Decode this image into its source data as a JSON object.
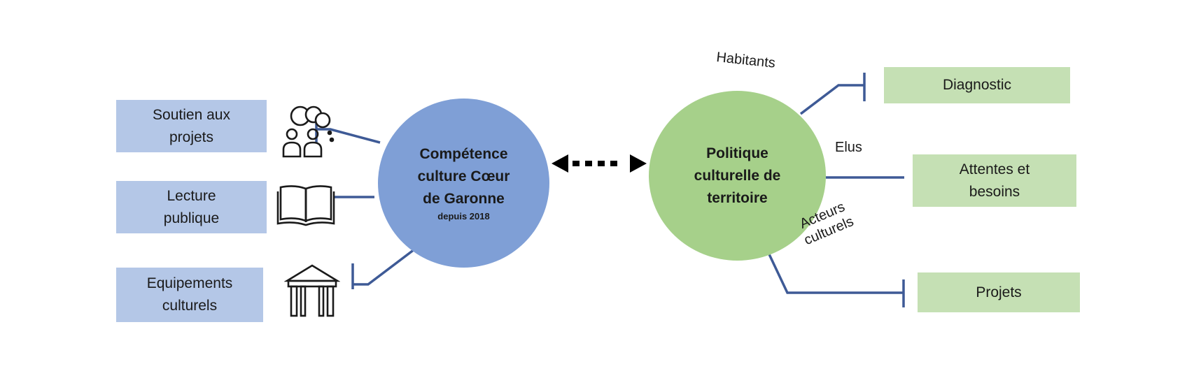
{
  "colors": {
    "blue_box": "#b4c7e7",
    "green_box": "#c5e0b4",
    "blue_circle": "#7f9fd6",
    "green_circle": "#a6d08a",
    "connector": "#3e5a96",
    "icon": "#1a1a1a"
  },
  "left_items": [
    {
      "line1": "Soutien aux",
      "line2": "projets",
      "icon": "people-discussion-icon"
    },
    {
      "line1": "Lecture",
      "line2": "publique",
      "icon": "open-book-icon"
    },
    {
      "line1": "Equipements",
      "line2": "culturels",
      "icon": "pavilion-building-icon"
    }
  ],
  "left_circle": {
    "line1": "Compétence",
    "line2": "culture Cœur",
    "line3": "de Garonne",
    "sub": "depuis 2018"
  },
  "right_circle": {
    "line1": "Politique",
    "line2": "culturelle de",
    "line3": "territoire"
  },
  "right_items": [
    {
      "line1": "Diagnostic"
    },
    {
      "line1": "Attentes et",
      "line2": "besoins"
    },
    {
      "line1": "Projets"
    }
  ],
  "connector_labels": {
    "habitants": "Habitants",
    "elus": "Elus",
    "acteurs_line1": "Acteurs",
    "acteurs_line2": "culturels"
  },
  "link_icon": "double-dotted-arrow-icon"
}
